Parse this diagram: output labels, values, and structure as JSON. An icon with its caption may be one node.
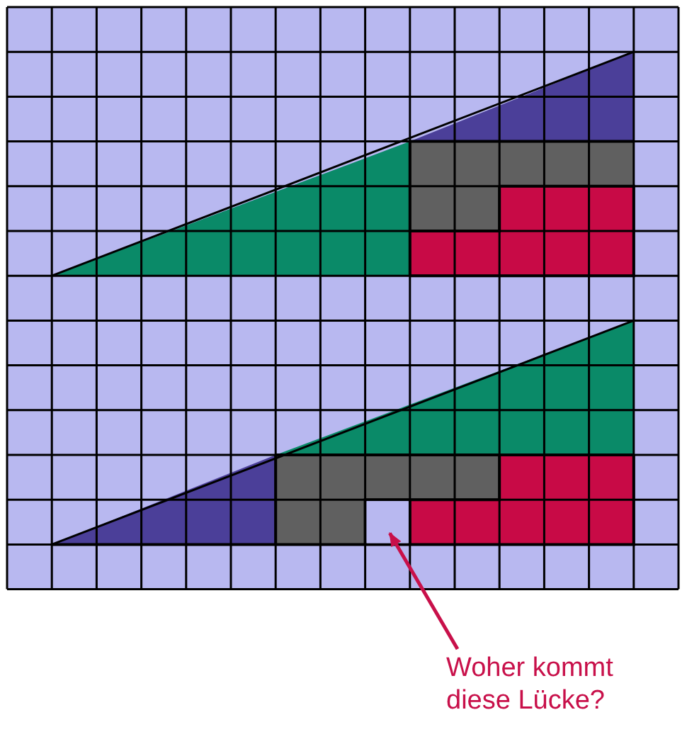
{
  "diagram": {
    "nodes": [
      {
        "text": [
          "Woher kommt diese Lücke?"
        ]
      },
      {
        "text": [],
        "shape": "box"
      }
    ],
    "edges": [
      {
        "from": 0,
        "to": 1,
        "arrow": "to"
      }
    ]
  }
}
